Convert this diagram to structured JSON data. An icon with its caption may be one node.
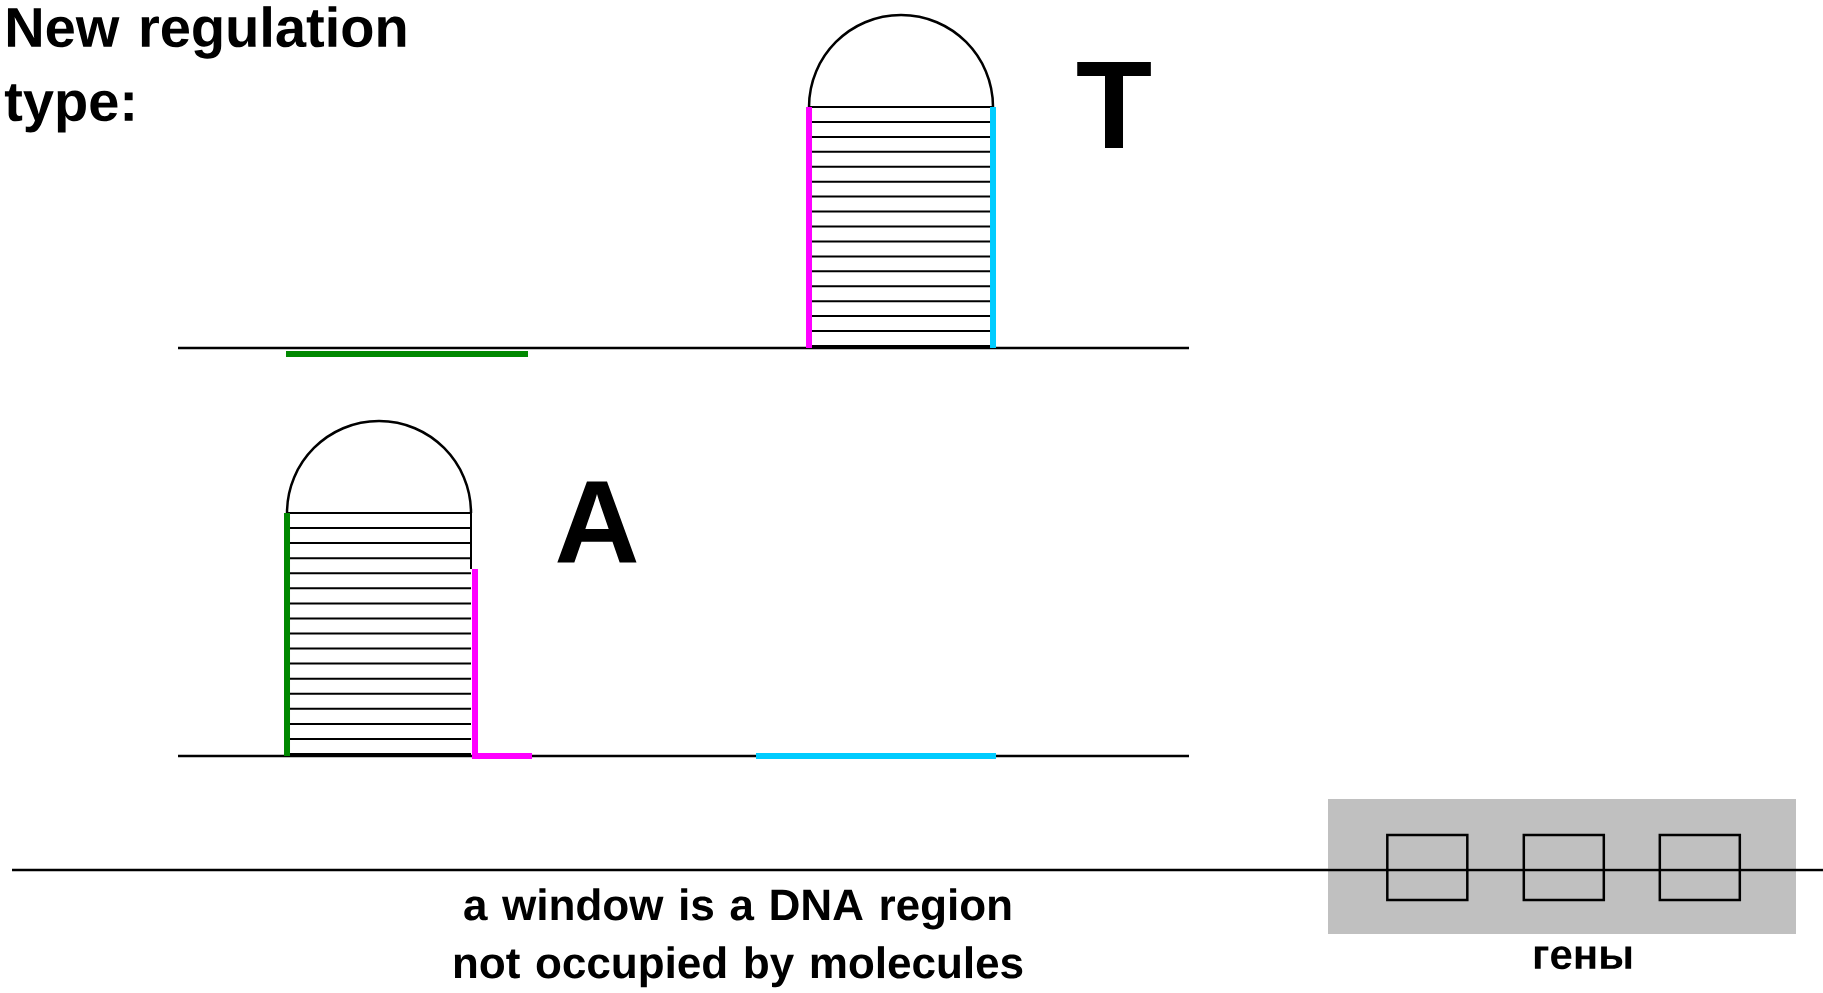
{
  "diagram": {
    "title": "New regulation type:",
    "nodes": [
      {
        "text": [
          "гены"
        ]
      },
      {
        "text": [],
        "shape": "box",
        "in": 0
      },
      {
        "text": [],
        "shape": "box",
        "in": 0
      },
      {
        "text": [],
        "shape": "box",
        "in": 0
      }
    ],
    "labels": [
      "T",
      "A",
      "a window is a DNA region not occupied by molecules"
    ]
  }
}
